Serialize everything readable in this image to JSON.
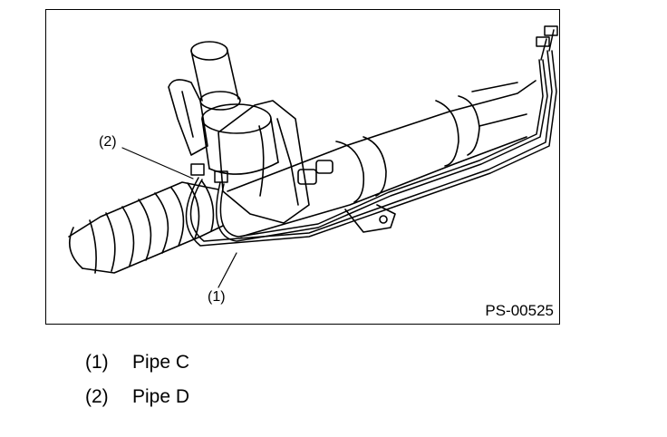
{
  "figure": {
    "callouts": [
      "(2)",
      "(1)"
    ],
    "figure_code": "PS-00525"
  },
  "legend": [
    {
      "num": "(1)",
      "label": "Pipe C"
    },
    {
      "num": "(2)",
      "label": "Pipe D"
    }
  ]
}
